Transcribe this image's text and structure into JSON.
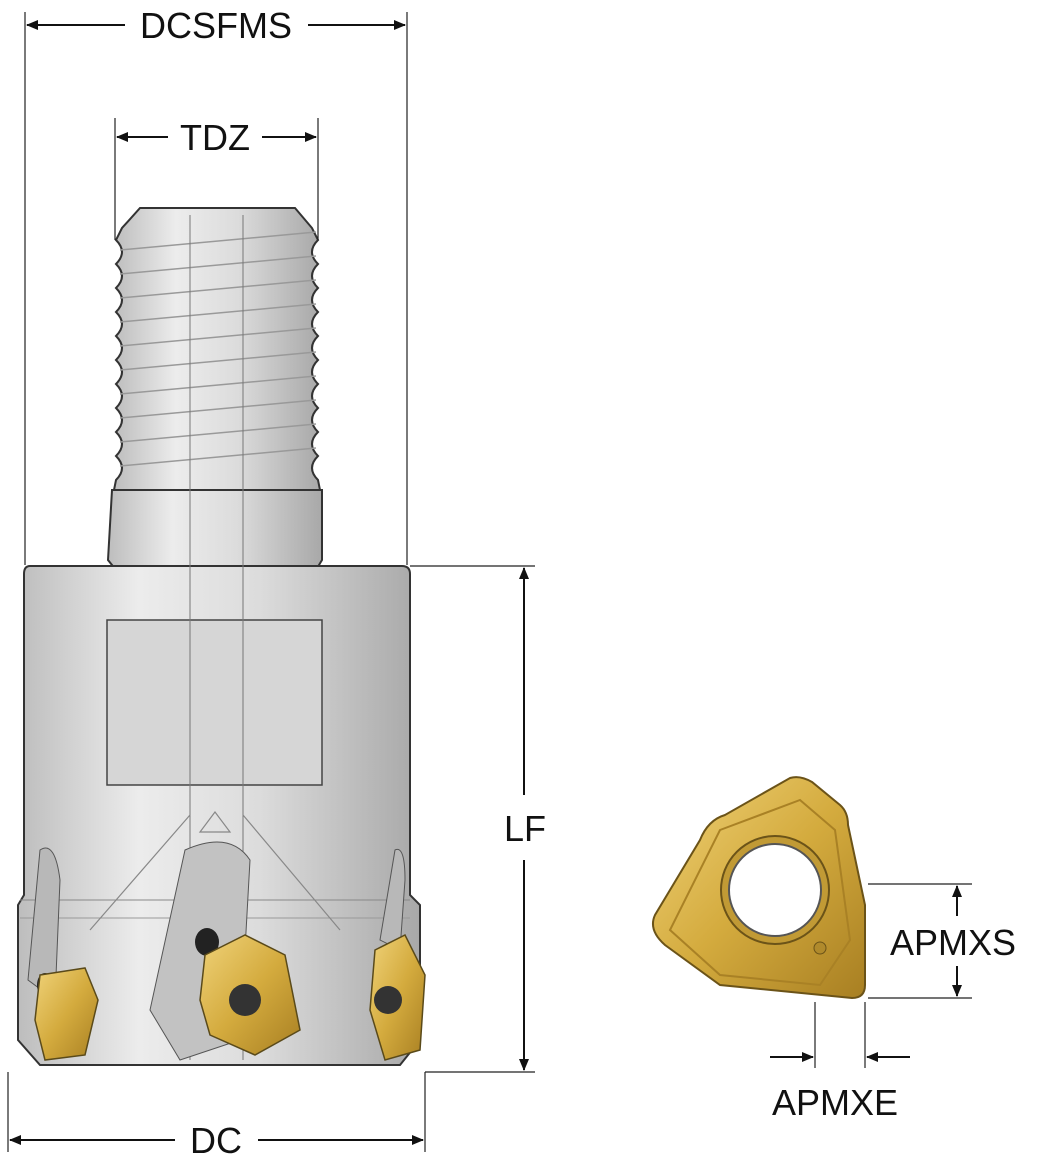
{
  "title": "Milling cutter with threaded shank and insert dimensions",
  "labels": {
    "dcsfms": "DCSFMS",
    "tdz": "TDZ",
    "lf": "LF",
    "dc": "DC",
    "apmxs": "APMXS",
    "apmxe": "APMXE"
  },
  "colors": {
    "steel": "#d9d9d9",
    "insert_gold": "#d9b44a",
    "line": "#111111"
  }
}
